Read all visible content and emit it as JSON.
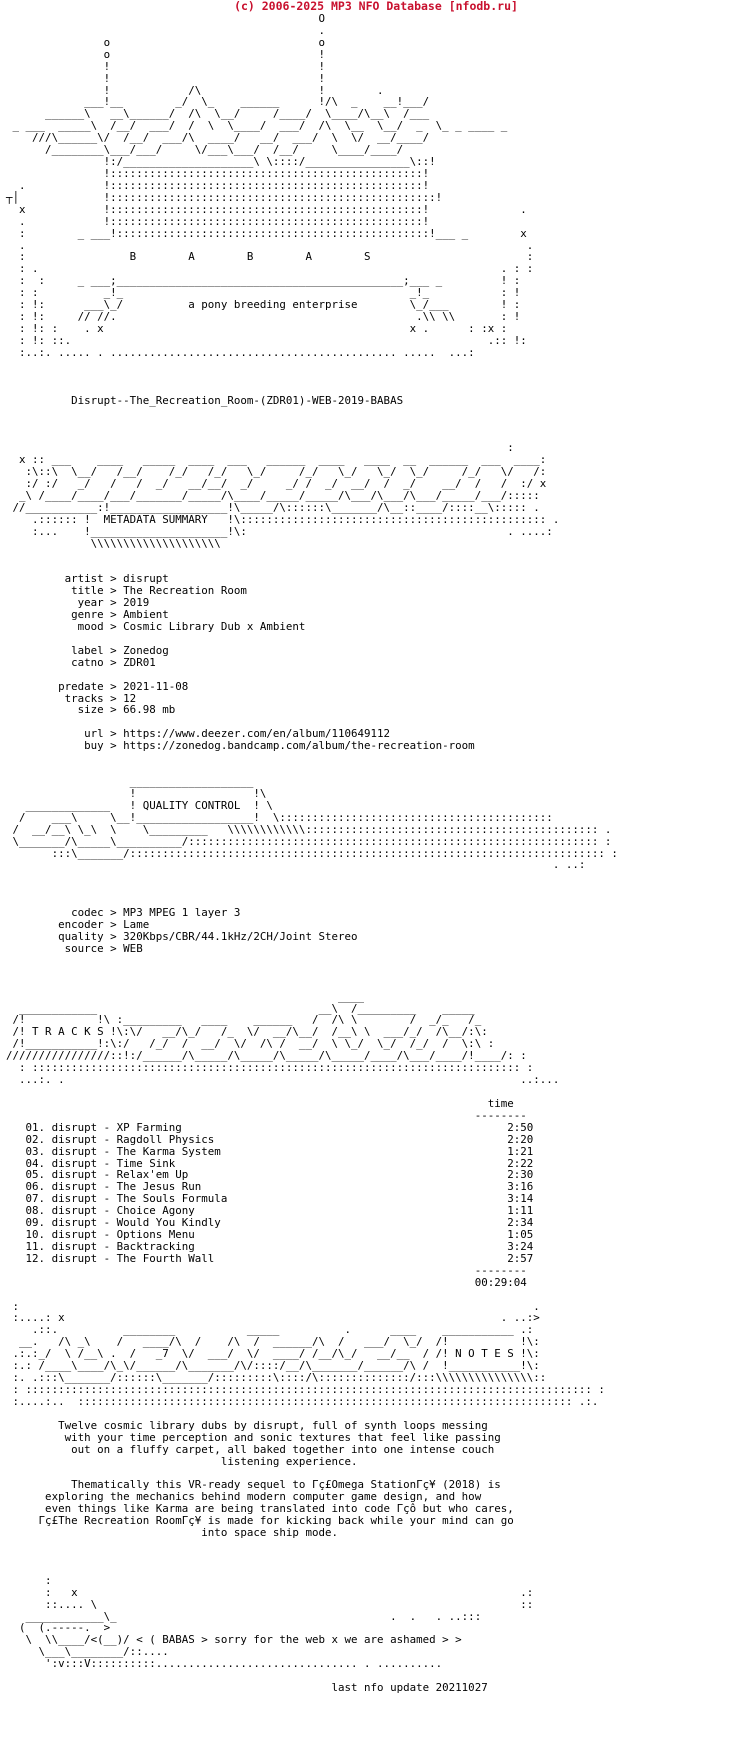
{
  "header": "(c) 2006-2025 MP3 NFO Database [nfodb.ru]",
  "nfo_lines": [
    "                                                O",
    "                                                .",
    "               o                                o",
    "               o                                !",
    "               !                                !",
    "               !                                !",
    "               !            /\\                  !        .",
    "            ___!__        _/  \\_    ______      !/\\  _    __!___/",
    "      ______\\   __\\______/  /\\  \\__/     /____/  \\____/\\__\\  /___",
    " _ ___  _____\\  /__/  ___/  /  \\  \\____/  ___/  /\\  \\__  \\__/  _  \\_ _ ____ _",
    "    ///\\______\\/  /__/  ___/\\  ____/   __/  ___/  \\  \\/  __/____/",
    "      /________\\___/___/     \\/___\\___/  /__/     \\____/____/",
    "               !:/____________________\\ \\::::/________________\\::!",
    "               !::::::::::::::::::::::::::::::::::::::::::::::::!",
    "  .            !::::::::::::::::::::::::::::::::::::::::::::::::!",
    "┬│             !::::::::::::::::::::::::::::::::::::::::::::::::::!",
    "  x            !::::::::::::::::::::::::::::::::::::::::::::::::!              .",
    "  .            !::::::::::::::::::::::::::::::::::::::::::::::::!",
    "  :        _ ___!::::::::::::::::::::::::::::::::::::::::::::::::!___ _        x",
    "  .                                                                             .",
    "  :                B        A        B        A        S                        :",
    "  : .                                                                       . : :",
    "  :  :     _ ___;____________________________________________;___ _         ! :",
    "  : :          _!_                                            _!_           : !",
    "  : !:      ___\\_/          a pony breeding enterprise        \\_/___        ! :",
    "  : !:     // //.                                              .\\\\ \\\\       : !",
    "  : !: :    . x                                               x .      : :x :",
    "  : !: ::.                                                                .:: !:",
    "  :..:. ..... . ............................................ .....  ...:",
    "",
    "",
    "",
    "          Disrupt--The_Recreation_Room-(ZDR01)-WEB-2019-BABAS",
    "",
    "",
    "",
    "                                                                             :",
    "  x :: ___    ____   _____  ____  ___   ______  ____   ____  __  ______  ___  ____:",
    "   :\\::\\  \\__/   /__/    /_/   /_/   \\_/     /_/   \\_/   \\_/  \\_/     /_/   \\/   /:",
    "   :/ :/   _/   /   /  _/   __/__/  _/     _/ /  _/  __/  /  _/    __/  /   /  :/ x",
    "  _\\ /____/____/___/_______/_____/\\____/_____/_____/\\___/\\___/\\___/_____/___/::::: ",
    " //___________:!__________________!\\_____/\\::::::\\_______/\\__::____/::::__\\::::: .",
    "    .:::::: !  METADATA SUMMARY   !\\::::::::::::::::::::::::::::::::::::::::::::::: .",
    "    :...    !_____________________!\\:                                        . ....:",
    "             \\\\\\\\\\\\\\\\\\\\\\\\\\\\\\\\\\\\\\\\",
    "",
    "",
    "         artist > disrupt",
    "          title > The Recreation Room",
    "           year > 2019",
    "          genre > Ambient",
    "           mood > Cosmic Library Dub x Ambient",
    "",
    "          label > Zonedog",
    "          catno > ZDR01",
    "",
    "        predate > 2021-11-08",
    "         tracks > 12",
    "           size > 66.98 mb",
    "",
    "            url > https://www.deezer.com/en/album/110649112",
    "            buy > https://zonedog.bandcamp.com/album/the-recreation-room",
    "",
    "",
    "                   ___________________",
    "                   !                  !\\",
    "   _____________   ! QUALITY CONTROL  ! \\",
    "  /    ___\\     \\__!__________________!  \\::::::::::::::::::::::::::::::::::::::::::",
    " /  __/__\\ \\_\\  \\    \\_________   \\\\\\\\\\\\\\\\\\\\\\\\::::::::::::::::::::::::::::::::::::::::::::: .",
    " \\_______/\\_____\\__________/::::::::::::::::::::::::::::::::::::::::::::::::::::::::::::::: :",
    "       :::\\_______/::::::::::::::::::::::::::::::::::::::::::::::::::::::::::::::::::::::::: :",
    "                                                                                    . ..:",
    "",
    "",
    "",
    "          codec > MP3 MPEG 1 layer 3",
    "        encoder > Lame",
    "        quality > 320Kbps/CBR/44.1kHz/2CH/Joint Stereo",
    "         source > WEB",
    "",
    "",
    "",
    "                                                   ____",
    "  ____________                                  __\\  /_________    _____",
    " /!           !\\ :_________   ____    ______   /  /\\ \\        /  _/_   /_",
    " /! T R A C K S !\\:\\/   __/\\_/   /_  \\/  __/\\__/  /__\\ \\  ___/_/  /\\__/:\\:",
    " /!___________!:\\:/   /_/  /  __/  \\/  /\\ /  __/  \\ \\_/  \\_/  /_/  /  \\:\\ :",
    "////////////////::!:/______/\\_____/\\_____/\\_____/\\_____/____/\\___/____/!____/: :",
    "  : ::::::::::::::::::::::::::::::::::::::::::::::::::::::::::::::::::::::::::: :",
    "  ...:. .                                                                      ..:...",
    "",
    "                                                                          time",
    "                                                                        --------",
    "   01. disrupt - XP Farming                                                  2:50",
    "   02. disrupt - Ragdoll Physics                                             2:20",
    "   03. disrupt - The Karma System                                            1:21",
    "   04. disrupt - Time Sink                                                   2:22",
    "   05. disrupt - Relax'em Up                                                 2:30",
    "   06. disrupt - The Jesus Run                                               3:16",
    "   07. disrupt - The Souls Formula                                           3:14",
    "   08. disrupt - Choice Agony                                                1:11",
    "   09. disrupt - Would You Kindly                                            2:34",
    "   10. disrupt - Options Menu                                                1:05",
    "   11. disrupt - Backtracking                                                3:24",
    "   12. disrupt - The Fourth Wall                                             2:57",
    "                                                                        --------",
    "                                                                        00:29:04",
    "",
    " :                                                                               .",
    " :....: x                                                                   . ..:>",
    "    .::.          ________           _____          .      ____    ___________ .:",
    "  __.   /\\ _\\    /   ____/\\  /    /\\  /  ______/\\  /   ___/  \\_/  /!           !\\:",
    " .:.:_/  \\ /__\\ .  /   _7  \\/  ___/  \\/  ____/ /__/\\_/   __/__  / /! N O T E S !\\:",
    " :.: /____\\____/\\_\\/______/\\_______/\\/::::/__/\\_______/______/\\ /  !___________!\\:",
    " :. .:::\\_______/::::::\\_______/:::::::::\\::::/\\::::::::::::::/:::\\\\\\\\\\\\\\\\\\\\\\\\\\\\\\::",
    " : ::::::::::::::::::::::::::::::::::::::::::::::::::::::::::::::::::::::::::::::::::::::: :",
    " :....:..  :::::::::::::::::::::::::::::::::::::::::::::::::::::::::::::::::::::::::::: .:.",
    "",
    "        Twelve cosmic library dubs by disrupt, full of synth loops messing",
    "         with your time perception and sonic textures that feel like passing",
    "          out on a fluffy carpet, all baked together into one intense couch",
    "                                 listening experience.",
    "",
    "          Thematically this VR-ready sequel to Γç£Omega StationΓç¥ (2018) is",
    "      exploring the mechanics behind modern computer game design, and how",
    "      even things like Karma are being translated into code Γçô but who cares,",
    "     Γç£The Recreation RoomΓç¥ is made for kicking back while your mind can go",
    "                              into space ship mode.",
    "",
    "",
    "",
    "      :",
    "      :   x                                                                    .:",
    "      ::.... \\                                                                 ::",
    "   ____________\\_                                          .  .   . ..:::",
    "  (  (.-----.  >",
    "   \\  \\\\____/<(__)/ < ( BABAS > sorry for the web x we are ashamed > >",
    "     \\___\\________/::....",
    "      ':v:::V::::::::::............................... . ..........",
    "",
    "                                                  last nfo update 20211027"
  ]
}
